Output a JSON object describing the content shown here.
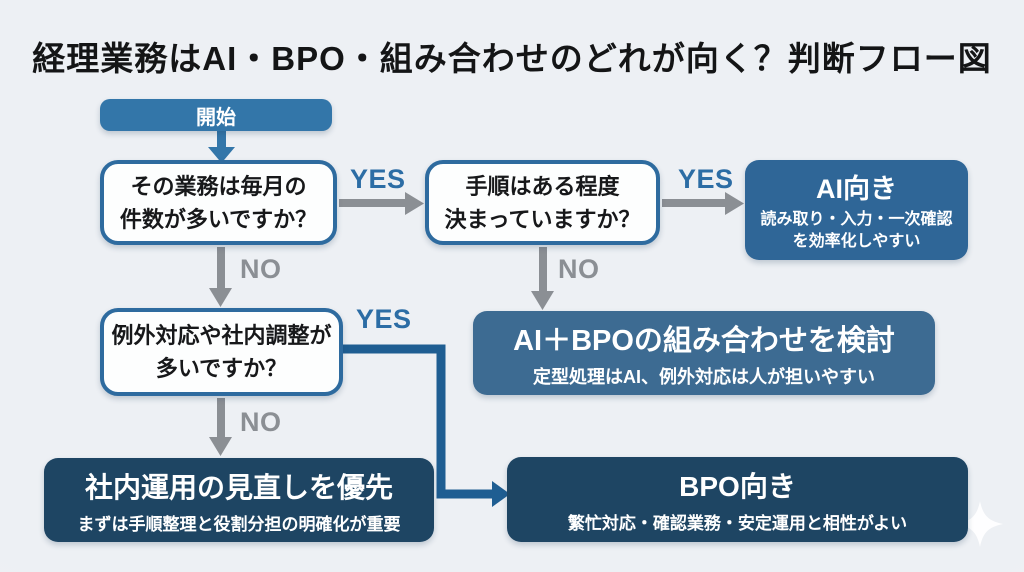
{
  "page": {
    "title": "経理業務はAI・BPO・組み合わせのどれが向く？判断フロー図"
  },
  "colors": {
    "background": "#edf0f4",
    "start_blue": "#3376a9",
    "question_border_blue": "#2e6b9f",
    "ai_blue": "#2f6697",
    "combo_slate_blue": "#3d6b92",
    "dark_navy": "#1e4563",
    "arrow_gray": "#8b8f94",
    "yes_blue": "#2c6da5",
    "elbow_blue": "#1f5e92",
    "title_text": "#141516"
  },
  "flow": {
    "nodes": {
      "start": {
        "label": "開始"
      },
      "q1": {
        "lines": [
          "その業務は毎月の",
          "件数が多いですか？"
        ]
      },
      "q2": {
        "lines": [
          "手順はある程度",
          "決まっていますか？"
        ]
      },
      "q3": {
        "lines": [
          "例外対応や社内調整が",
          "多いですか？"
        ]
      },
      "ai": {
        "title": "AI向き",
        "subtitle_lines": [
          "読み取り・入力・一次確認",
          "を効率化しやすい"
        ]
      },
      "combo": {
        "title": "AI＋BPOの組み合わせを検討",
        "subtitle": "定型処理はAI、例外対応は人が担いやすい"
      },
      "internal": {
        "title": "社内運用の見直しを優先",
        "subtitle": "まずは手順整理と役割分担の明確化が重要"
      },
      "bpo": {
        "title": "BPO向き",
        "subtitle": "繁忙対応・確認業務・安定運用と相性がよい"
      }
    },
    "labels": {
      "yes_q1": "YES",
      "yes_q2": "YES",
      "yes_q3": "YES",
      "no_q1": "NO",
      "no_q2": "NO",
      "no_q3": "NO"
    }
  }
}
